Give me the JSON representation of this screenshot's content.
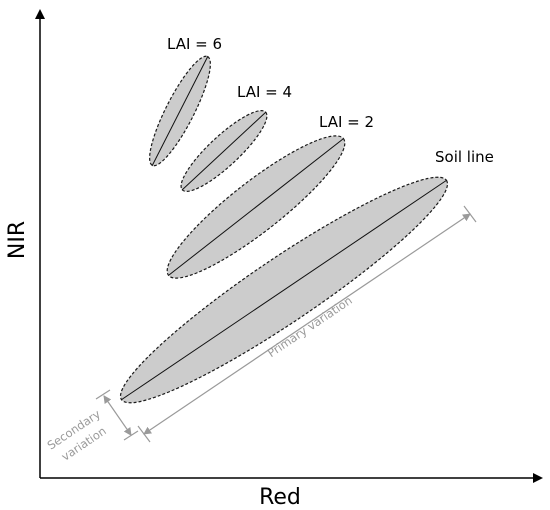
{
  "axes": {
    "x_label": "Red",
    "y_label": "NIR"
  },
  "ellipses": [
    {
      "label": "LAI = 6"
    },
    {
      "label": "LAI = 4"
    },
    {
      "label": "LAI = 2"
    },
    {
      "label": "Soil line"
    }
  ],
  "annotations": {
    "primary": "Primary variation",
    "secondary_line1": "Secondary",
    "secondary_line2": "variation"
  },
  "colors": {
    "fill": "#cccccc",
    "outline": "#1a1a1a",
    "annotation": "#9a9a9a"
  }
}
